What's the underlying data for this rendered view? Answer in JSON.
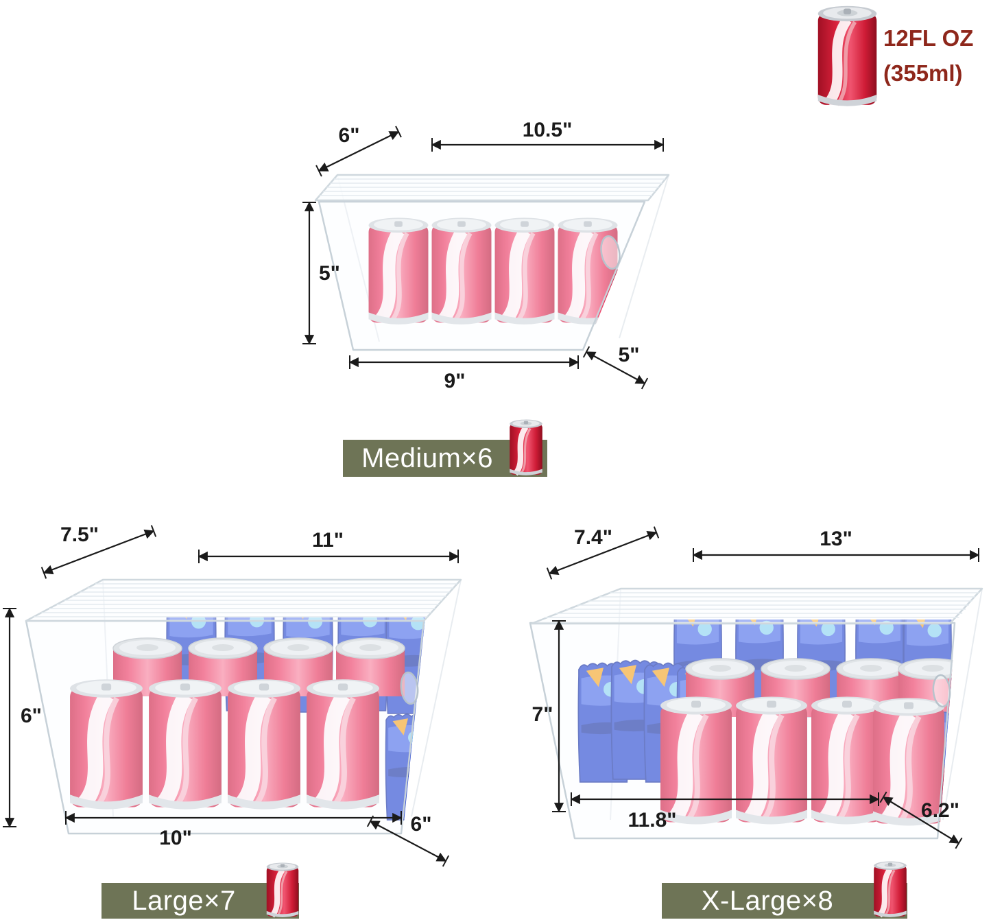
{
  "reference_can": {
    "line1": "12FL OZ",
    "line2": "(355ml)"
  },
  "bins": {
    "medium": {
      "label": "Medium×6",
      "dims": {
        "lid_depth": "6\"",
        "lid_width": "10.5\"",
        "height": "5\"",
        "base_width": "9\"",
        "base_depth": "5\""
      }
    },
    "large": {
      "label": "Large×7",
      "dims": {
        "lid_depth": "7.5\"",
        "lid_width": "11\"",
        "height": "6\"",
        "base_width": "10\"",
        "base_depth": "6\""
      }
    },
    "xlarge": {
      "label": "X-Large×8",
      "dims": {
        "lid_depth": "7.4\"",
        "lid_width": "13\"",
        "height": "7\"",
        "base_width": "11.8\"",
        "base_depth": "6.2\""
      }
    }
  },
  "colors": {
    "badge_background": "#6e7456",
    "badge_text": "#ffffff",
    "dimension_text": "#1a1a1a",
    "reference_text": "#8e271b",
    "can_red": "#d7203a",
    "can_pink": "#f5536f",
    "packet_blue": "#2f4ed2"
  }
}
